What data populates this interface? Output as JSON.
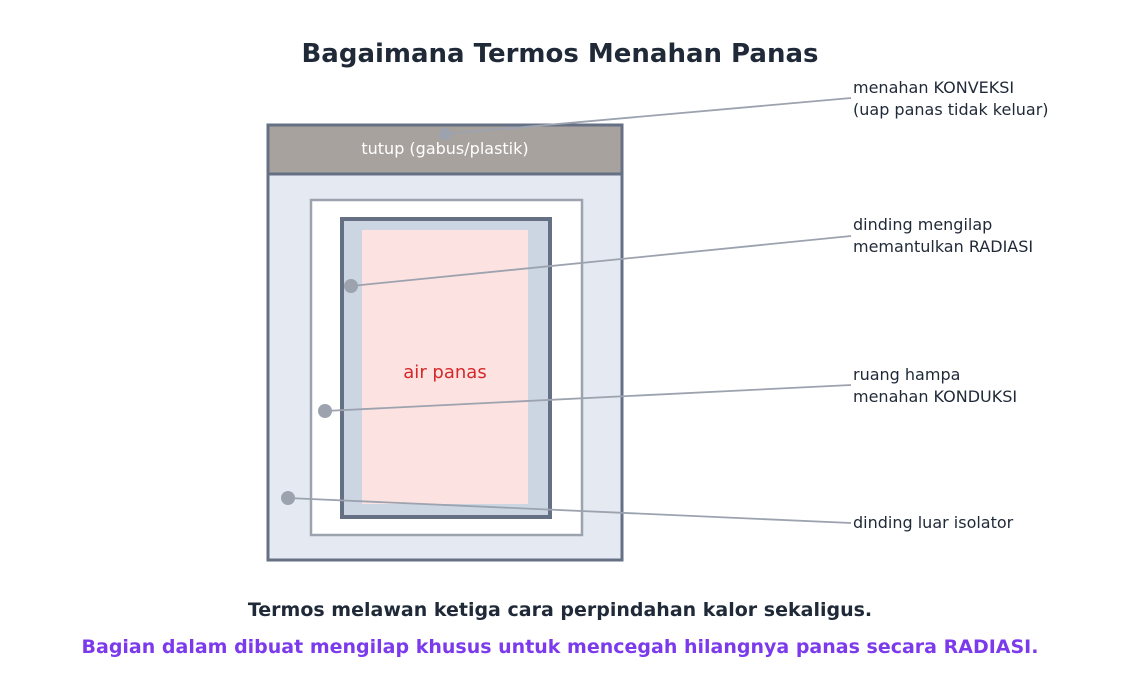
{
  "title": "Bagaimana Termos Menahan Panas",
  "lid_label": "tutup (gabus/plastik)",
  "water_label": "air panas",
  "callouts": [
    {
      "line1": "menahan KONVEKSI",
      "line2": "(uap panas tidak keluar)"
    },
    {
      "line1": "dinding mengilap",
      "line2": "memantulkan RADIASI"
    },
    {
      "line1": "ruang hampa",
      "line2": "menahan KONDUKSI"
    },
    {
      "line1": "dinding luar isolator",
      "line2": ""
    }
  ],
  "caption_main": "Termos melawan ketiga cara perpindahan kalor sekaligus.",
  "caption_highlight": "Bagian dalam dibuat mengilap khusus untuk mencegah hilangnya panas secara RADIASI.",
  "colors": {
    "outline": "#667085",
    "lid_fill": "#a8a29e",
    "outer_fill": "#e5eaf2",
    "vacuum_fill": "#ffffff",
    "inner_wall": "#ccd6e3",
    "water_fill": "#fde2e2",
    "water_text": "#d62828",
    "leader": "#9ca3af",
    "highlight": "#7c3aed"
  }
}
